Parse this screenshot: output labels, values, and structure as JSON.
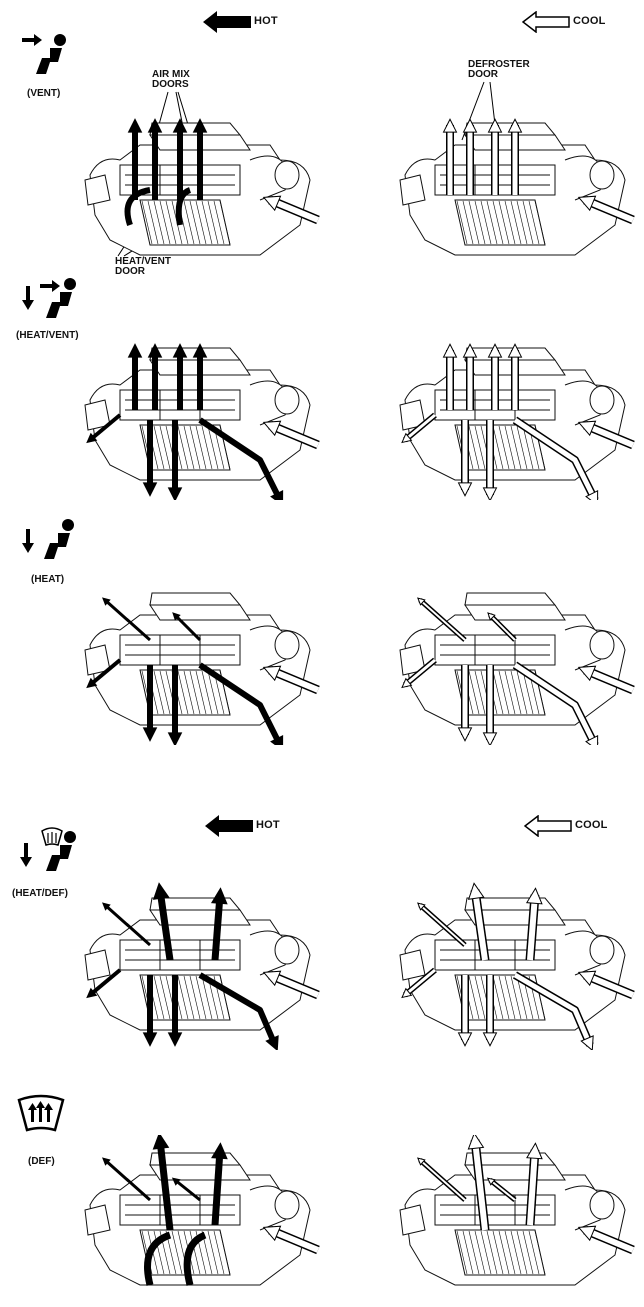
{
  "headers": {
    "top": {
      "hot": "HOT",
      "cool": "COOL"
    },
    "bottom": {
      "hot": "HOT",
      "cool": "COOL"
    }
  },
  "modes": [
    {
      "id": "vent",
      "label": "(VENT)",
      "icon": "vent-mode-icon"
    },
    {
      "id": "heat_vent",
      "label": "(HEAT/VENT)",
      "icon": "heat-vent-mode-icon"
    },
    {
      "id": "heat",
      "label": "(HEAT)",
      "icon": "heat-mode-icon"
    },
    {
      "id": "heat_def",
      "label": "(HEAT/DEF)",
      "icon": "heat-def-mode-icon"
    },
    {
      "id": "def",
      "label": "(DEF)",
      "icon": "defrost-mode-icon"
    }
  ],
  "callouts": {
    "air_mix_doors": "AIR MIX\nDOORS",
    "defroster_door": "DEFROSTER\nDOOR",
    "heat_vent_door": "HEAT/VENT\nDOOR"
  },
  "colors": {
    "hot": "#000000",
    "cool": "#ffffff",
    "line": "#111111"
  }
}
